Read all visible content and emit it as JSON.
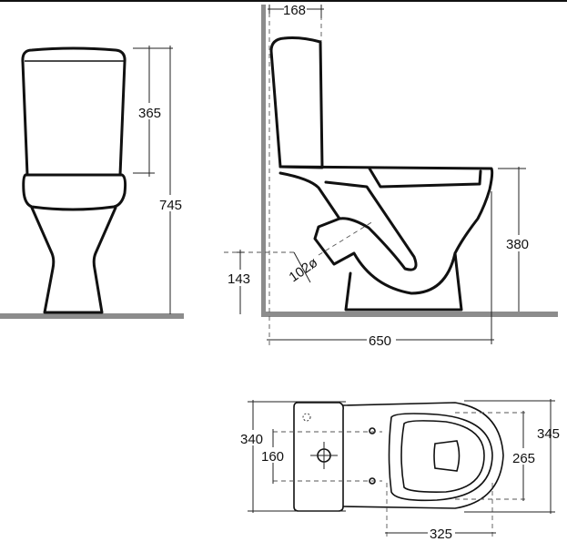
{
  "front_view": {
    "dim_tank_height": "365",
    "dim_total_height": "745"
  },
  "side_view": {
    "dim_tank_depth": "168",
    "dim_rim_height": "380",
    "dim_outlet_height": "143",
    "dim_outlet_diameter": "102ø",
    "dim_total_length": "650"
  },
  "plan_view": {
    "dim_tank_width": "340",
    "dim_fixing_spacing": "160",
    "dim_bowl_width": "345",
    "dim_seat_width": "265",
    "dim_seat_length": "325"
  },
  "colors": {
    "line": "#111111",
    "floor": "#8c8c8c"
  }
}
